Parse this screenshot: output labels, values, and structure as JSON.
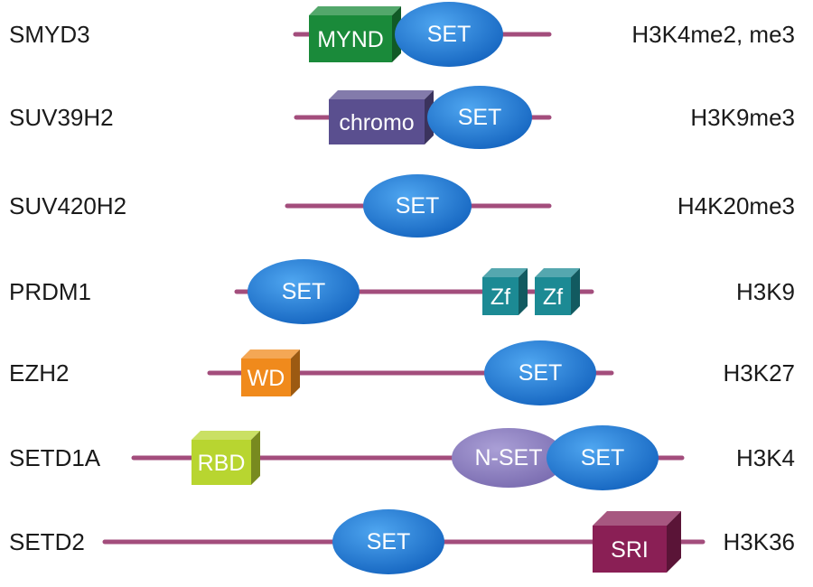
{
  "title": "",
  "proteins": [
    {
      "name": "SMYD3",
      "mark": "H3K4me2, me3",
      "domains": [
        {
          "label": "MYND",
          "kind": "MYND"
        },
        {
          "label": "SET",
          "kind": "SET"
        }
      ]
    },
    {
      "name": "SUV39H2",
      "mark": "H3K9me3",
      "domains": [
        {
          "label": "chromo",
          "kind": "chromo"
        },
        {
          "label": "SET",
          "kind": "SET"
        }
      ]
    },
    {
      "name": "SUV420H2",
      "mark": "H4K20me3",
      "domains": [
        {
          "label": "SET",
          "kind": "SET"
        }
      ]
    },
    {
      "name": "PRDM1",
      "mark": "H3K9",
      "domains": [
        {
          "label": "SET",
          "kind": "SET"
        },
        {
          "label": "Zf",
          "kind": "Zf"
        },
        {
          "label": "Zf",
          "kind": "Zf"
        }
      ]
    },
    {
      "name": "EZH2",
      "mark": "H3K27",
      "domains": [
        {
          "label": "WD",
          "kind": "WD"
        },
        {
          "label": "SET",
          "kind": "SET"
        }
      ]
    },
    {
      "name": "SETD1A",
      "mark": "H3K4",
      "domains": [
        {
          "label": "RBD",
          "kind": "RBD"
        },
        {
          "label": "N-SET",
          "kind": "N-SET"
        },
        {
          "label": "SET",
          "kind": "SET"
        }
      ]
    },
    {
      "name": "SETD2",
      "mark": "H3K36",
      "domains": [
        {
          "label": "SET",
          "kind": "SET"
        },
        {
          "label": "SRI",
          "kind": "SRI"
        }
      ]
    }
  ],
  "colors": {
    "chain": "#a34d7c",
    "SET": "#1f78d1",
    "N-SET": "#8e7fc0",
    "MYND": "#1a8a3a",
    "chromo": "#5a4f8f",
    "Zf": "#1c8a94",
    "WD": "#f08a1c",
    "RBD": "#b8d530",
    "SRI": "#8a1f55"
  }
}
